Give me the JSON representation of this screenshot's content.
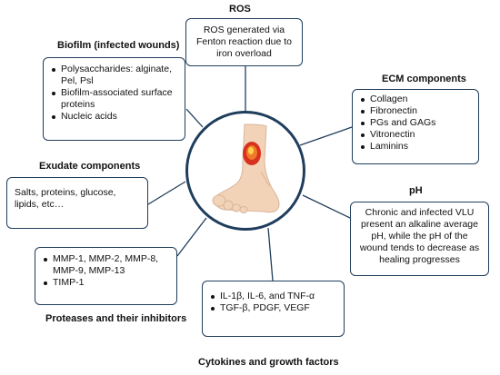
{
  "ros": {
    "title": "ROS",
    "text": "ROS generated via Fenton reaction due to iron overload"
  },
  "biofilm": {
    "title": "Biofilm (infected wounds)",
    "items": [
      "Polysaccharides: alginate, Pel, Psl",
      "Biofilm-associated surface proteins",
      "Nucleic acids"
    ]
  },
  "ecm": {
    "title": "ECM components",
    "items": [
      "Collagen",
      "Fibronectin",
      "PGs and GAGs",
      "Vitronectin",
      "Laminins"
    ]
  },
  "exudate": {
    "title": "Exudate components",
    "text": "Salts, proteins, glucose, lipids, etc…"
  },
  "ph": {
    "title": "pH",
    "text": "Chronic and infected VLU present an alkaline average pH, while the pH of the wound tends to decrease as healing progresses"
  },
  "proteases": {
    "title": "Proteases and their inhibitors",
    "items": [
      "MMP-1, MMP-2, MMP-8, MMP-9, MMP-13",
      "TIMP-1"
    ]
  },
  "cytokines": {
    "title": "Cytokines and growth factors",
    "items": [
      "IL-1β, IL-6, and TNF-α",
      "TGF-β, PDGF, VEGF"
    ]
  },
  "colors": {
    "border": "#1f3d5c",
    "skin": "#f3d3b8",
    "wound": "#d7311f"
  },
  "center": {
    "illustration": "leg-with-wound"
  }
}
